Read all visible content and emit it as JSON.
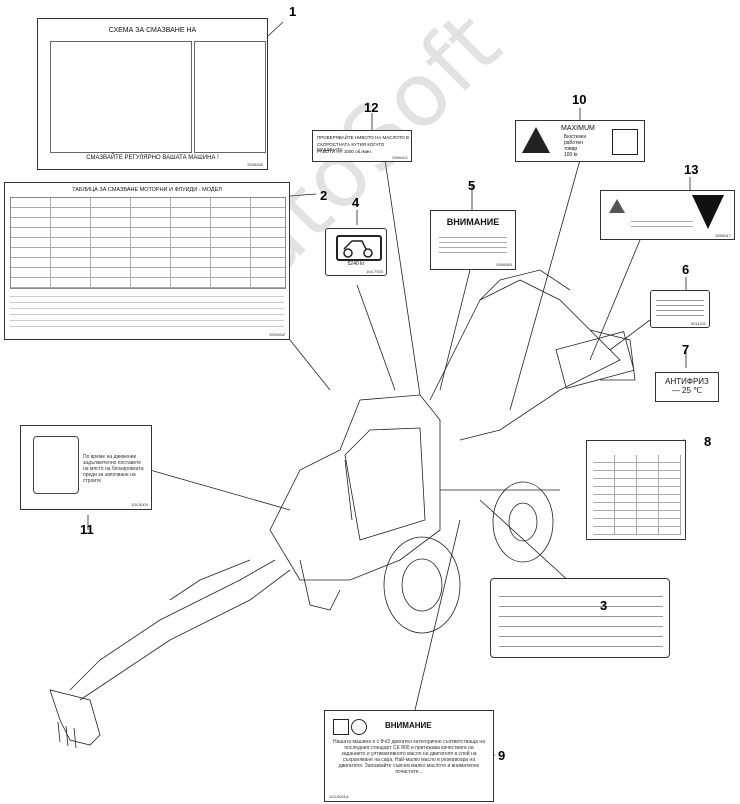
{
  "callouts": [
    "1",
    "2",
    "3",
    "4",
    "5",
    "6",
    "7",
    "8",
    "9",
    "10",
    "11",
    "12",
    "13"
  ],
  "label1": {
    "title": "СХЕМА ЗА СМАЗВАНЕ НА",
    "footer": "СМАЗВАЙТЕ РЕГУЛЯРНО ВАШАТА МАШИНА !",
    "code": "5008636"
  },
  "label2": {
    "title": "ТАБЛИЦА ЗА СМАЗВАНЕ МОТОРНИ И ФЛУИДИ - МОДЕЛ",
    "code": "5009652"
  },
  "label4": {
    "value": "5240 kr",
    "code": "104-7533"
  },
  "label5": {
    "title": "ВНИМАНИЕ",
    "code": "5006565"
  },
  "label6": {
    "code": "5011011"
  },
  "label7": {
    "title": "АНТИФРИЗ",
    "value": "— 25 ℃"
  },
  "label9": {
    "title": "ВНИМАНИЕ",
    "body": "Нашата машина е с 8ч/3 двигател категорично съответстваща на последния стандарт СЕ 800 и притежава качествата на заданието и ултимативното масло на двигателя в слой на съхраняване на сара. Най-малко масло в резервоара на двигателя. Запазвайте съвсем малко маслото и внимателно почистете...",
    "code": "104-5001А"
  },
  "label10": {
    "title": "MAXIMUM",
    "line1": "Бюстезен",
    "line2": "работен",
    "line3": "товар",
    "line4": "100 kr"
  },
  "label11": {
    "text": "По време на движение",
    "line2": "задължително поставете",
    "line3": "на място на блокировката",
    "line4": "преди за започване на строите",
    "code": "104-5004"
  },
  "label12": {
    "line1": "ПРОВЕРЯВАЙТЕ НИВОТО НА МАСЛОТО В",
    "line2": "СКОРОСТНАТА КУТИЯ КОГАТО МАШИНАТА",
    "line3": "РАБОТИ НА 1000 об./мин.",
    "code": "5006401"
  },
  "label13": {
    "code": "5006617"
  },
  "watermark": "AutoSoft"
}
